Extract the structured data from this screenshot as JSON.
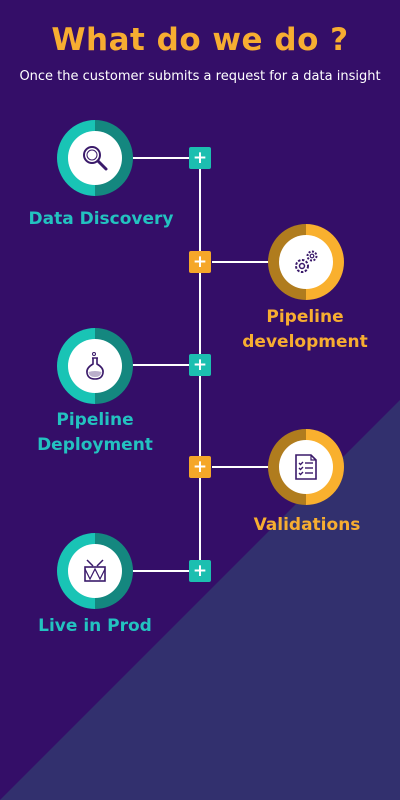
{
  "header": {
    "title": "What do we do ?",
    "subtitle": "Once the customer submits a request for a data insight"
  },
  "steps": [
    {
      "label_lines": [
        "Data Discovery"
      ],
      "icon": "magnifier-icon",
      "side": "left",
      "color": "teal"
    },
    {
      "label_lines": [
        "Pipeline",
        "development"
      ],
      "icon": "gears-icon",
      "side": "right",
      "color": "gold"
    },
    {
      "label_lines": [
        "Pipeline",
        "Deployment"
      ],
      "icon": "flask-icon",
      "side": "left",
      "color": "teal"
    },
    {
      "label_lines": [
        "Validations"
      ],
      "icon": "checklist-document-icon",
      "side": "right",
      "color": "gold"
    },
    {
      "label_lines": [
        "Live in Prod"
      ],
      "icon": "drum-icon",
      "side": "left",
      "color": "teal"
    }
  ],
  "connector_symbol": "+",
  "colors": {
    "background": "#340e68",
    "background_triangle": "#32306e",
    "teal": "#1cbfb0",
    "gold": "#f5a729",
    "title": "#f7ad31"
  }
}
